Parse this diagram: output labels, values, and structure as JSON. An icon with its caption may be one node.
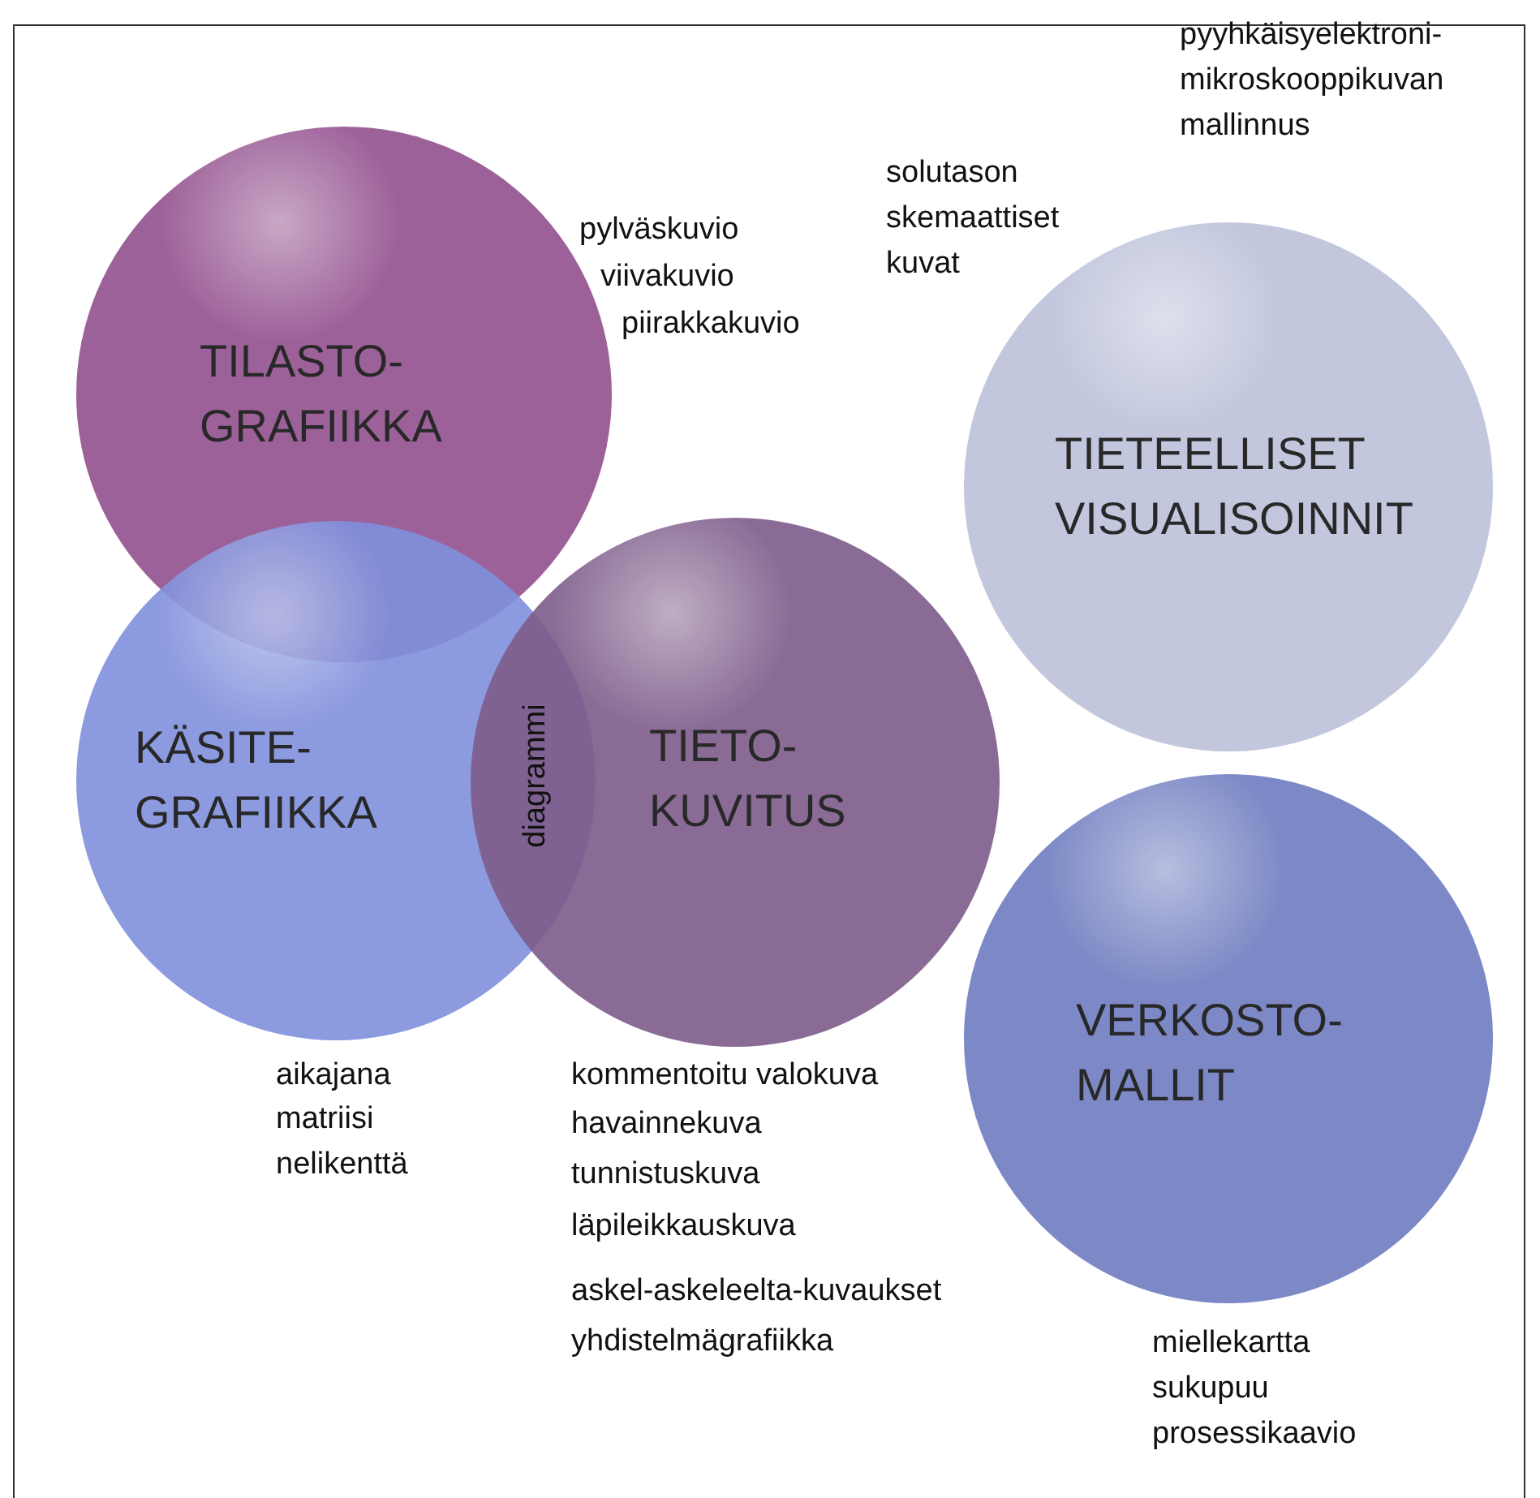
{
  "diagram": {
    "nodes": [
      {
        "text": [
          "TILASTO-GRAFIIKKA"
        ],
        "beside": [
          "pylväskuvio",
          "viivakuvio",
          "piirakkakuvio"
        ]
      },
      {
        "text": [
          "KÄSITE-GRAFIIKKA"
        ],
        "beside": [
          "aikajana",
          "matriisi",
          "nelikenttä"
        ]
      },
      {
        "text": [
          "TIETO-KUVITUS"
        ],
        "beside": [
          "kommentoitu valokuva",
          "havainnekuva",
          "tunnistuskuva",
          "läpileikkauskuva",
          "askel-askeleelta-kuvaukset",
          "yhdistelmägrafiikka"
        ]
      },
      {
        "text": [
          "TIETEELLISET VISUALISOINNIT"
        ],
        "beside": [
          "solutason skemaattiset kuvat",
          "pyyhkäisyelektroni-mikroskooppikuvan mallinnus"
        ]
      },
      {
        "text": [
          "VERKOSTO-MALLIT"
        ],
        "beside": [
          "miellekartta",
          "sukupuu",
          "prosessikaavio"
        ]
      }
    ],
    "edges": [],
    "labels": [
      "diagrammi"
    ]
  }
}
